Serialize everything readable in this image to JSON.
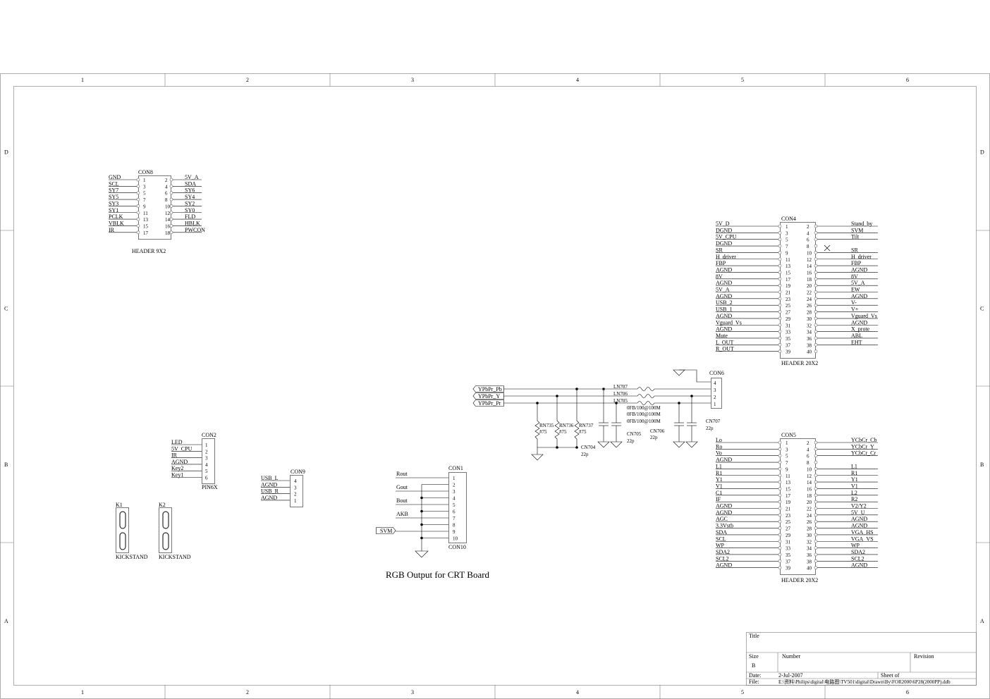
{
  "frame": {
    "col_labels": [
      "1",
      "2",
      "3",
      "4",
      "5",
      "6"
    ],
    "row_labels": [
      "D",
      "C",
      "B",
      "A"
    ]
  },
  "con8": {
    "ref": "CON8",
    "part": "HEADER 9X2",
    "left_nets": [
      "GND",
      "SCL",
      "SY7",
      "SY5",
      "SY3",
      "SY1",
      "PCLK",
      "VBLK",
      "IR"
    ],
    "left_pins": [
      "1",
      "3",
      "5",
      "7",
      "9",
      "11",
      "13",
      "15",
      "17"
    ],
    "right_pins": [
      "2",
      "4",
      "6",
      "8",
      "10",
      "12",
      "14",
      "16",
      "18"
    ],
    "right_nets": [
      "5V_A",
      "SDA",
      "SY6",
      "SY4",
      "SY2",
      "SY0",
      "FLD",
      "HBLK",
      "PWCON"
    ]
  },
  "con4": {
    "ref": "CON4",
    "part": "HEADER 20X2",
    "left_nets": [
      "5V_D",
      "DGND",
      "5V_CPU",
      "DGND",
      "SR",
      "H_driver",
      "FBP",
      "AGND",
      "8V",
      "AGND",
      "5V_A",
      "AGND",
      "USB_2",
      "USB_1",
      "AGND",
      "Vguard_Vs",
      "AGND",
      "Mute",
      "L_OUT",
      "R_OUT"
    ],
    "left_pins": [
      "1",
      "3",
      "5",
      "7",
      "9",
      "11",
      "13",
      "15",
      "17",
      "19",
      "21",
      "23",
      "25",
      "27",
      "29",
      "31",
      "33",
      "35",
      "37",
      "39"
    ],
    "right_pins": [
      "2",
      "4",
      "6",
      "8",
      "10",
      "12",
      "14",
      "16",
      "18",
      "20",
      "22",
      "24",
      "26",
      "28",
      "30",
      "32",
      "34",
      "36",
      "38",
      "40"
    ],
    "right_nets": [
      "Stand_by",
      "SVM",
      "Tilt",
      "",
      "SR",
      "H_driver",
      "FBP",
      "AGND",
      "8V",
      "5V_A",
      "EW",
      "AGND",
      "V-",
      "V+",
      "Vguard_Vs",
      "AGND",
      "X_prote",
      "ABL",
      "EHT",
      ""
    ]
  },
  "con5": {
    "ref": "CON5",
    "part": "HEADER 20X2",
    "left_nets": [
      "Lo",
      "Ro",
      "Vo",
      "AGND",
      "L1",
      "R1",
      "Y1",
      "V1",
      "C1",
      "IF",
      "AGND",
      "AGND",
      "AGC",
      "3.3Vstb",
      "SDA",
      "SCL",
      "WP",
      "SDA2",
      "SCL2",
      "AGND"
    ],
    "left_pins": [
      "1",
      "3",
      "5",
      "7",
      "9",
      "11",
      "13",
      "15",
      "17",
      "19",
      "21",
      "23",
      "25",
      "27",
      "29",
      "31",
      "33",
      "35",
      "37",
      "39"
    ],
    "right_pins": [
      "2",
      "4",
      "6",
      "8",
      "10",
      "12",
      "14",
      "16",
      "18",
      "20",
      "22",
      "24",
      "26",
      "28",
      "30",
      "32",
      "34",
      "36",
      "38",
      "40"
    ],
    "right_nets": [
      "YCbCr_Cb",
      "YCbCr_Y",
      "YCbCr_Cr",
      "",
      "L1",
      "R1",
      "Y1",
      "V1",
      "L2",
      "R2",
      "V2/Y2",
      "5V_U",
      "AGND",
      "AGND",
      "VGA_HS",
      "VGA_VS",
      "WP",
      "SDA2",
      "SCL2",
      "AGND"
    ]
  },
  "con2": {
    "ref": "CON2",
    "part": "PIN6X",
    "nets": [
      "LED",
      "5V_CPU",
      "IR",
      "AGND",
      "Key2",
      "Key1"
    ],
    "pins": [
      "1",
      "2",
      "3",
      "4",
      "5",
      "6"
    ]
  },
  "con9": {
    "ref": "CON9",
    "nets": [
      "USB_L",
      "AGND",
      "USB_R",
      "AGND"
    ],
    "pins": [
      "4",
      "3",
      "2",
      "1"
    ]
  },
  "con1": {
    "ref": "CON1",
    "ref_bottom": "CON10",
    "pins": [
      "1",
      "2",
      "3",
      "4",
      "5",
      "6",
      "7",
      "8",
      "9",
      "10"
    ],
    "nets": [
      "Rout",
      "Gout",
      "Bout",
      "AKB"
    ],
    "svm_port": "SVM",
    "caption": "RGB Output for CRT Board"
  },
  "kick": {
    "k1": "K1",
    "k2": "K2",
    "label": "KICKSTAND"
  },
  "ypbpr": {
    "ports": [
      "YPbPr_Pb",
      "YPbPr_Y",
      "YPbPr_Pr"
    ],
    "inductors": [
      "LN707",
      "LN706",
      "LN705"
    ],
    "inductor_vals": [
      "0FB/100@100M",
      "0FB/100@100M",
      "0FB/100@100M"
    ],
    "resistors": [
      "RN735",
      "RN736",
      "RN737"
    ],
    "resistor_vals": [
      "#75",
      "#75",
      "#75"
    ],
    "caps": [
      "CN704",
      "CN705",
      "CN706",
      "CN707"
    ],
    "cap_vals": [
      "22p",
      "22p",
      "22p",
      "22p"
    ],
    "con6": "CON6",
    "con6_pins": [
      "4",
      "3",
      "2",
      "1"
    ]
  },
  "title_block": {
    "title_label": "Title",
    "size_label": "Size",
    "size_value": "B",
    "number_label": "Number",
    "revision_label": "Revision",
    "date_label": "Date:",
    "date_value": "2-Jul-2007",
    "sheet_label": "Sheet    of",
    "file_label": "File:",
    "file_value": "E:\\资料\\Philips\\digital\\电路图\\TV501\\digital\\Drawn\\By\\FOR2000\\6P28(2000PP).ddb"
  }
}
